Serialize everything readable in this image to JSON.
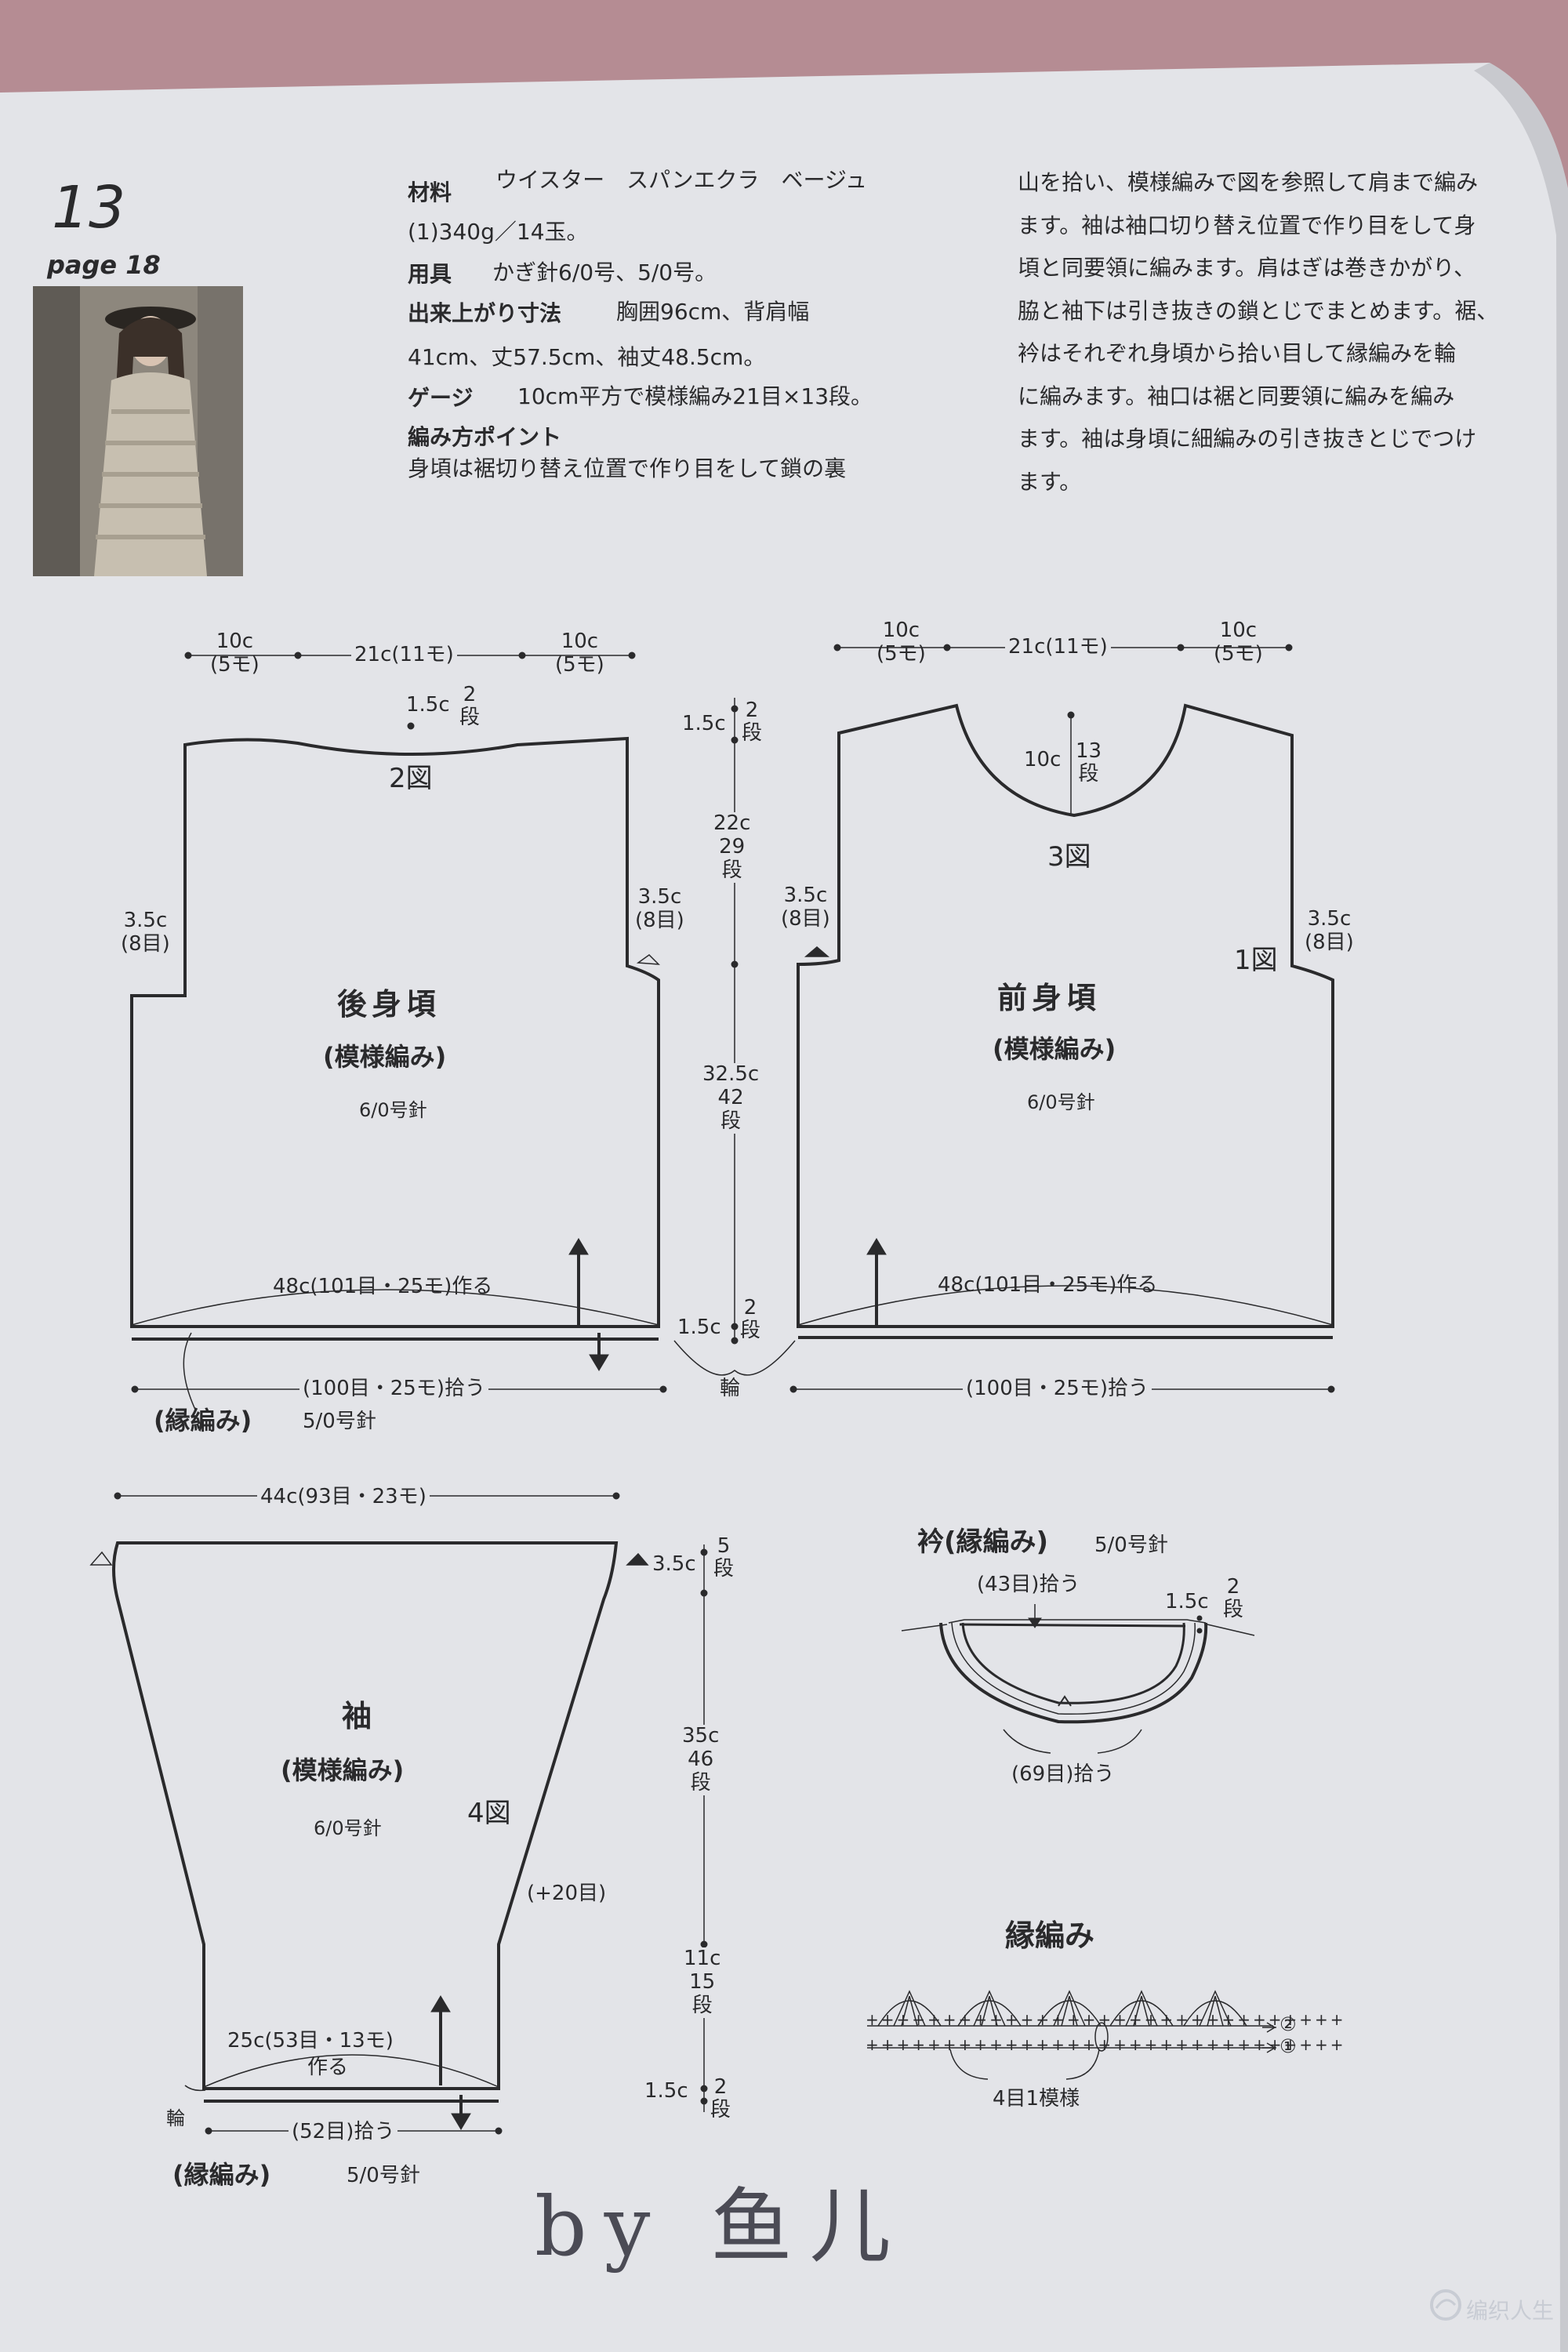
{
  "header": {
    "pattern_number": "13",
    "page_ref": "page 18"
  },
  "info": {
    "materials_label": "材料",
    "materials_text": "ウイスター　スパンエクラ　ベージュ",
    "materials_text2": "(1)340g／14玉。",
    "tools_label": "用具",
    "tools_text": "かぎ針6/0号、5/0号。",
    "size_label": "出来上がり寸法",
    "size_text": "胸囲96cm、背肩幅",
    "size_text2": "41cm、丈57.5cm、袖丈48.5cm。",
    "gauge_label": "ゲージ",
    "gauge_text": "10cm平方で模様編み21目×13段。",
    "points_label": "編み方ポイント",
    "points_line1": "身頃は裾切り替え位置で作り目をして鎖の裏"
  },
  "instructions": [
    "山を拾い、模様編みで図を参照して肩まで編み",
    "ます。袖は袖口切り替え位置で作り目をして身",
    "頃と同要領に編みます。肩はぎは巻きかがり、",
    "脇と袖下は引き抜きの鎖とじでまとめます。裾、",
    "衿はそれぞれ身頃から拾い目して縁編みを輪",
    "に編みます。袖口は裾と同要領に編みを編み",
    "ます。袖は身頃に細編みの引き抜きとじでつけ",
    "ます。"
  ],
  "back": {
    "title": "後身頃",
    "subtitle": "(模様編み)",
    "needle": "6/0号針",
    "fig": "2図",
    "top_left_a": "10c",
    "top_left_b": "(5モ)",
    "top_mid": "21c(11モ)",
    "top_right_a": "10c",
    "top_right_b": "(5モ)",
    "neck_a": "1.5c",
    "neck_b": "2",
    "neck_c": "段",
    "arm_left_a": "3.5c",
    "arm_left_b": "(8目)",
    "arm_right_a": "3.5c",
    "arm_right_b": "(8目)",
    "cast_on": "48c(101目・25モ)作る",
    "pickup": "(100目・25モ)拾う",
    "border": "(縁編み)",
    "border_needle": "5/0号針"
  },
  "center_dims": {
    "d1_a": "1.5c",
    "d1_b": "2",
    "d1_c": "段",
    "d2_a": "22c",
    "d2_b": "29",
    "d2_c": "段",
    "d3_a": "32.5c",
    "d3_b": "42",
    "d3_c": "段",
    "d4_a": "1.5c",
    "d4_b": "2",
    "d4_c": "段",
    "ring": "輪"
  },
  "front": {
    "title": "前身頃",
    "subtitle": "(模様編み)",
    "needle": "6/0号針",
    "fig3": "3図",
    "fig1": "1図",
    "top_left_a": "10c",
    "top_left_b": "(5モ)",
    "top_mid": "21c(11モ)",
    "top_right_a": "10c",
    "top_right_b": "(5モ)",
    "neck_a": "10c",
    "neck_b": "13",
    "neck_c": "段",
    "arm_left_a": "3.5c",
    "arm_left_b": "(8目)",
    "arm_right_a": "3.5c",
    "arm_right_b": "(8目)",
    "cast_on": "48c(101目・25モ)作る",
    "pickup": "(100目・25モ)拾う"
  },
  "sleeve": {
    "title": "袖",
    "subtitle": "(模様編み)",
    "needle": "6/0号針",
    "fig": "4図",
    "top_width": "44c(93目・23モ)",
    "cap_a": "3.5c",
    "cap_b": "5",
    "cap_c": "段",
    "len_a": "35c",
    "len_b": "46",
    "len_c": "段",
    "inc": "(+20目)",
    "cuff_a": "11c",
    "cuff_b": "15",
    "cuff_c": "段",
    "edge_a": "1.5c",
    "edge_b": "2",
    "edge_c": "段",
    "cast_on_a": "25c(53目・13モ)",
    "cast_on_b": "作る",
    "ring": "輪",
    "pickup": "(52目)拾う",
    "border": "(縁編み)",
    "border_needle": "5/0号針"
  },
  "collar": {
    "title": "衿(縁編み)",
    "needle": "5/0号針",
    "inner": "(43目)拾う",
    "depth_a": "1.5c",
    "depth_b": "2",
    "depth_c": "段",
    "outer": "(69目)拾う"
  },
  "edging": {
    "title": "縁編み",
    "row2": "②",
    "row1": "①",
    "repeat": "4目1模様"
  },
  "signature": "by 鱼儿",
  "watermark": "编织人生"
}
